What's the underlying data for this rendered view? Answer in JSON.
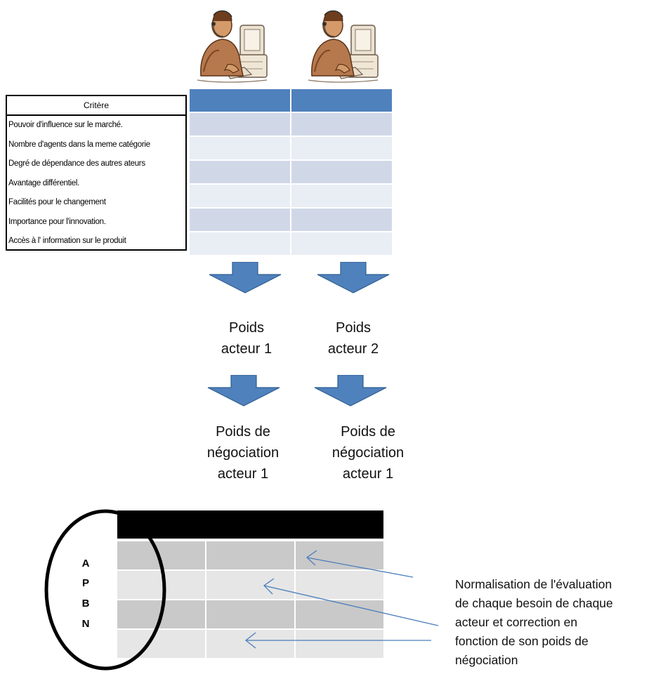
{
  "criteria_table": {
    "header": "Critère",
    "rows": [
      "Pouvoir d'influence sur le marché.",
      "Nombre d'agents dans la meme catégorie",
      "Degré de dépendance des autres ateurs",
      "Avantage différentiel.",
      "Facilités pour le changement",
      "Importance pour l'innovation.",
      "Accès à l' information sur le produit"
    ]
  },
  "labels": {
    "poids_1": [
      "Poids",
      "acteur 1"
    ],
    "poids_2": [
      "Poids",
      "acteur 2"
    ],
    "nego_1": [
      "Poids de",
      "négociation",
      "acteur 1"
    ],
    "nego_2": [
      "Poids de",
      "négociation",
      "acteur 1"
    ]
  },
  "apbn": [
    "A",
    "P",
    "B",
    "N"
  ],
  "note": [
    "Normalisation de l'évaluation",
    "de chaque besoin de chaque",
    "acteur et correction en",
    "fonction de son poids de",
    "négociation"
  ],
  "colors": {
    "blue_header": "#4f81bd",
    "blue_band_dark": "#d0d8e8",
    "blue_band_light": "#e9edf4",
    "arrow_blue": "#4f81bd",
    "gray_dark": "#c9c9c9",
    "gray_light": "#e6e6e6"
  },
  "icons": [
    "person-at-computer-icon",
    "person-at-computer-icon"
  ]
}
